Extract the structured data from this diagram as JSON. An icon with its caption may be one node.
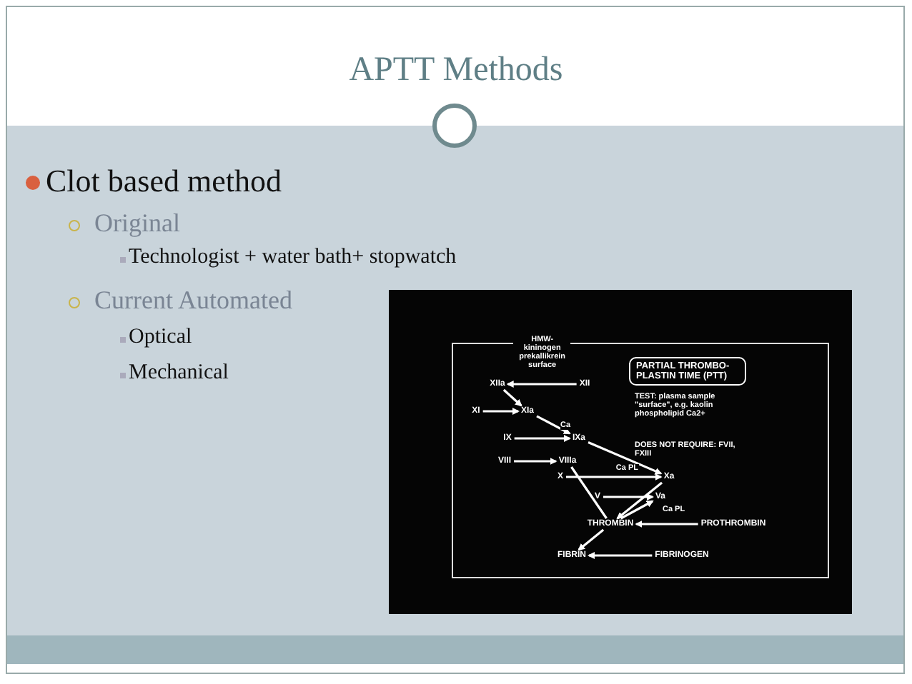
{
  "diagram": {
    "title": "APTT Methods",
    "nodes": [
      {
        "text": [
          "PARTIAL THROMBO- PLASTIN TIME (PTT)"
        ]
      },
      {
        "text": [
          "XII"
        ]
      },
      {
        "text": [
          "XIIa"
        ]
      },
      {
        "text": [
          "XI"
        ]
      },
      {
        "text": [
          "XIa"
        ]
      },
      {
        "text": [
          "IX"
        ]
      },
      {
        "text": [
          "IXa"
        ]
      },
      {
        "text": [
          "VIII"
        ]
      },
      {
        "text": [
          "VIIIa"
        ]
      },
      {
        "text": [
          "X"
        ]
      },
      {
        "text": [
          "Xa"
        ]
      },
      {
        "text": [
          "V"
        ]
      },
      {
        "text": [
          "Va"
        ]
      },
      {
        "text": [
          "THROMBIN"
        ]
      },
      {
        "text": [
          "PROTHROMBIN"
        ]
      },
      {
        "text": [
          "FIBRIN"
        ]
      },
      {
        "text": [
          "FIBRINOGEN"
        ]
      }
    ],
    "edges": [
      {
        "from": 1,
        "to": 2,
        "arrow": "to",
        "label": "HMW-kininogen prekallikrein surface"
      },
      {
        "from": 2,
        "to": 4,
        "arrow": "to"
      },
      {
        "from": 3,
        "to": 4,
        "arrow": "to"
      },
      {
        "from": 4,
        "to": 6,
        "arrow": "to",
        "label": "Ca"
      },
      {
        "from": 5,
        "to": 6,
        "arrow": "to"
      },
      {
        "from": 7,
        "to": 8,
        "arrow": "to"
      },
      {
        "from": 6,
        "to": 10,
        "arrow": "to",
        "label": "Ca PL"
      },
      {
        "from": 9,
        "to": 10,
        "arrow": "to"
      },
      {
        "from": 13,
        "to": 8,
        "arrow": "none"
      },
      {
        "from": 11,
        "to": 12,
        "arrow": "to"
      },
      {
        "from": 13,
        "to": 12,
        "arrow": "to"
      },
      {
        "from": 10,
        "to": 13,
        "arrow": "to",
        "label": "Ca PL"
      },
      {
        "from": 14,
        "to": 13,
        "arrow": "to"
      },
      {
        "from": 13,
        "to": 15,
        "arrow": "to"
      },
      {
        "from": 16,
        "to": 15,
        "arrow": "to"
      }
    ],
    "labels": [
      "Clot based method",
      "Original",
      "Technologist + water bath+ stopwatch",
      "Current Automated",
      "Optical",
      "Mechanical",
      "TEST: plasma sample \"surface\", e.g. kaolin phospholipid Ca2+",
      "DOES NOT REQUIRE: FVII, FXIII"
    ]
  }
}
